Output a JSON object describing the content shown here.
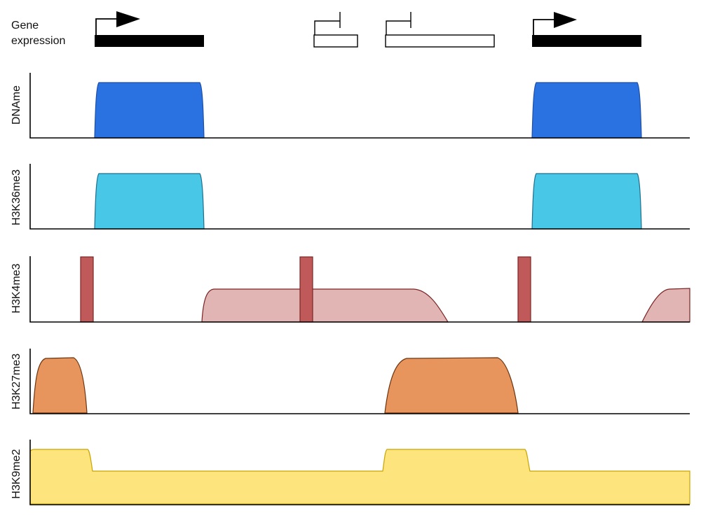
{
  "gene_expression_label": [
    "Gene",
    "expression"
  ],
  "genes": [
    {
      "state": "expressed"
    },
    {
      "state": "silent"
    },
    {
      "state": "silent"
    },
    {
      "state": "expressed"
    }
  ],
  "tracks": [
    {
      "label": "DNAme",
      "fill": "#2a72e1",
      "stroke": "#1d4fa8",
      "peaks": "gene-bodies-of-expressed-genes"
    },
    {
      "label": "H3K36me3",
      "fill": "#48c7e6",
      "stroke": "#1d6f8d",
      "peaks": "gene-bodies-of-expressed-genes"
    },
    {
      "label": "H3K4me3",
      "fill": "#e2b5b5",
      "stroke": "#7a2424",
      "spike_fill": "#c05a5a",
      "peaks": "promoter-spikes-and-broad-domains"
    },
    {
      "label": "H3K27me3",
      "fill": "#e8955d",
      "stroke": "#6b3410",
      "peaks": "polycomb-domains"
    },
    {
      "label": "H3K9me2",
      "fill": "#fde47d",
      "stroke": "#c9a500",
      "peaks": "broad-heterochromatin"
    }
  ]
}
